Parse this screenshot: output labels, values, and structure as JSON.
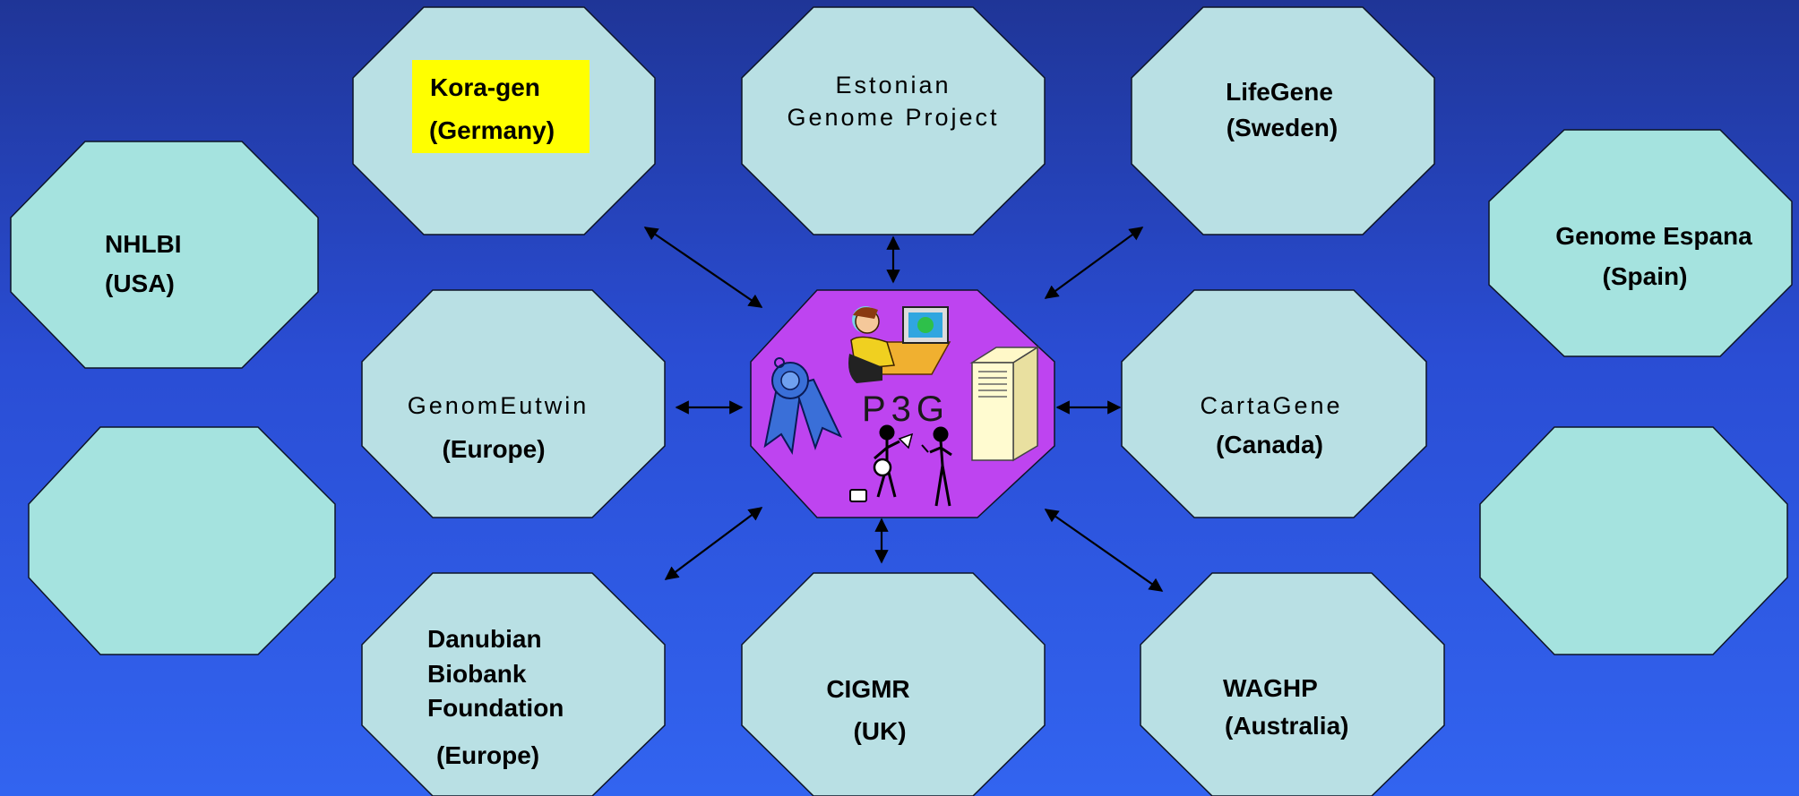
{
  "hub": {
    "label": "P3G"
  },
  "nodes": {
    "koragen": {
      "line1": "Kora-gen",
      "line2": "(Germany)"
    },
    "estonian": {
      "line1": "Estonian",
      "line2": "Genome Project"
    },
    "lifegene": {
      "line1": "LifeGene",
      "line2": "(Sweden)"
    },
    "nhlbi": {
      "line1": "NHLBI",
      "line2": "(USA)"
    },
    "espana": {
      "line1": "Genome Espana",
      "line2": "(Spain)"
    },
    "genomeutwin": {
      "line1": "GenomEutwin",
      "line2": "(Europe)"
    },
    "cartagene": {
      "line1": "CartaGene",
      "line2": "(Canada)"
    },
    "danubian": {
      "line1": "Danubian",
      "line2": "Biobank",
      "line3": "Foundation",
      "line4": "(Europe)"
    },
    "cigmr": {
      "line1": "CIGMR",
      "line2": "(UK)"
    },
    "waghp": {
      "line1": "WAGHP",
      "line2": "(Australia)"
    }
  },
  "colors": {
    "node_fill": "#b9e0e4",
    "side_node_fill": "#a5e3df",
    "hub_fill": "#be44f0",
    "highlight": "#ffff00"
  },
  "icons": [
    "ribbon-award-icon",
    "computer-user-icon",
    "server-tower-icon",
    "people-figures-icon"
  ]
}
